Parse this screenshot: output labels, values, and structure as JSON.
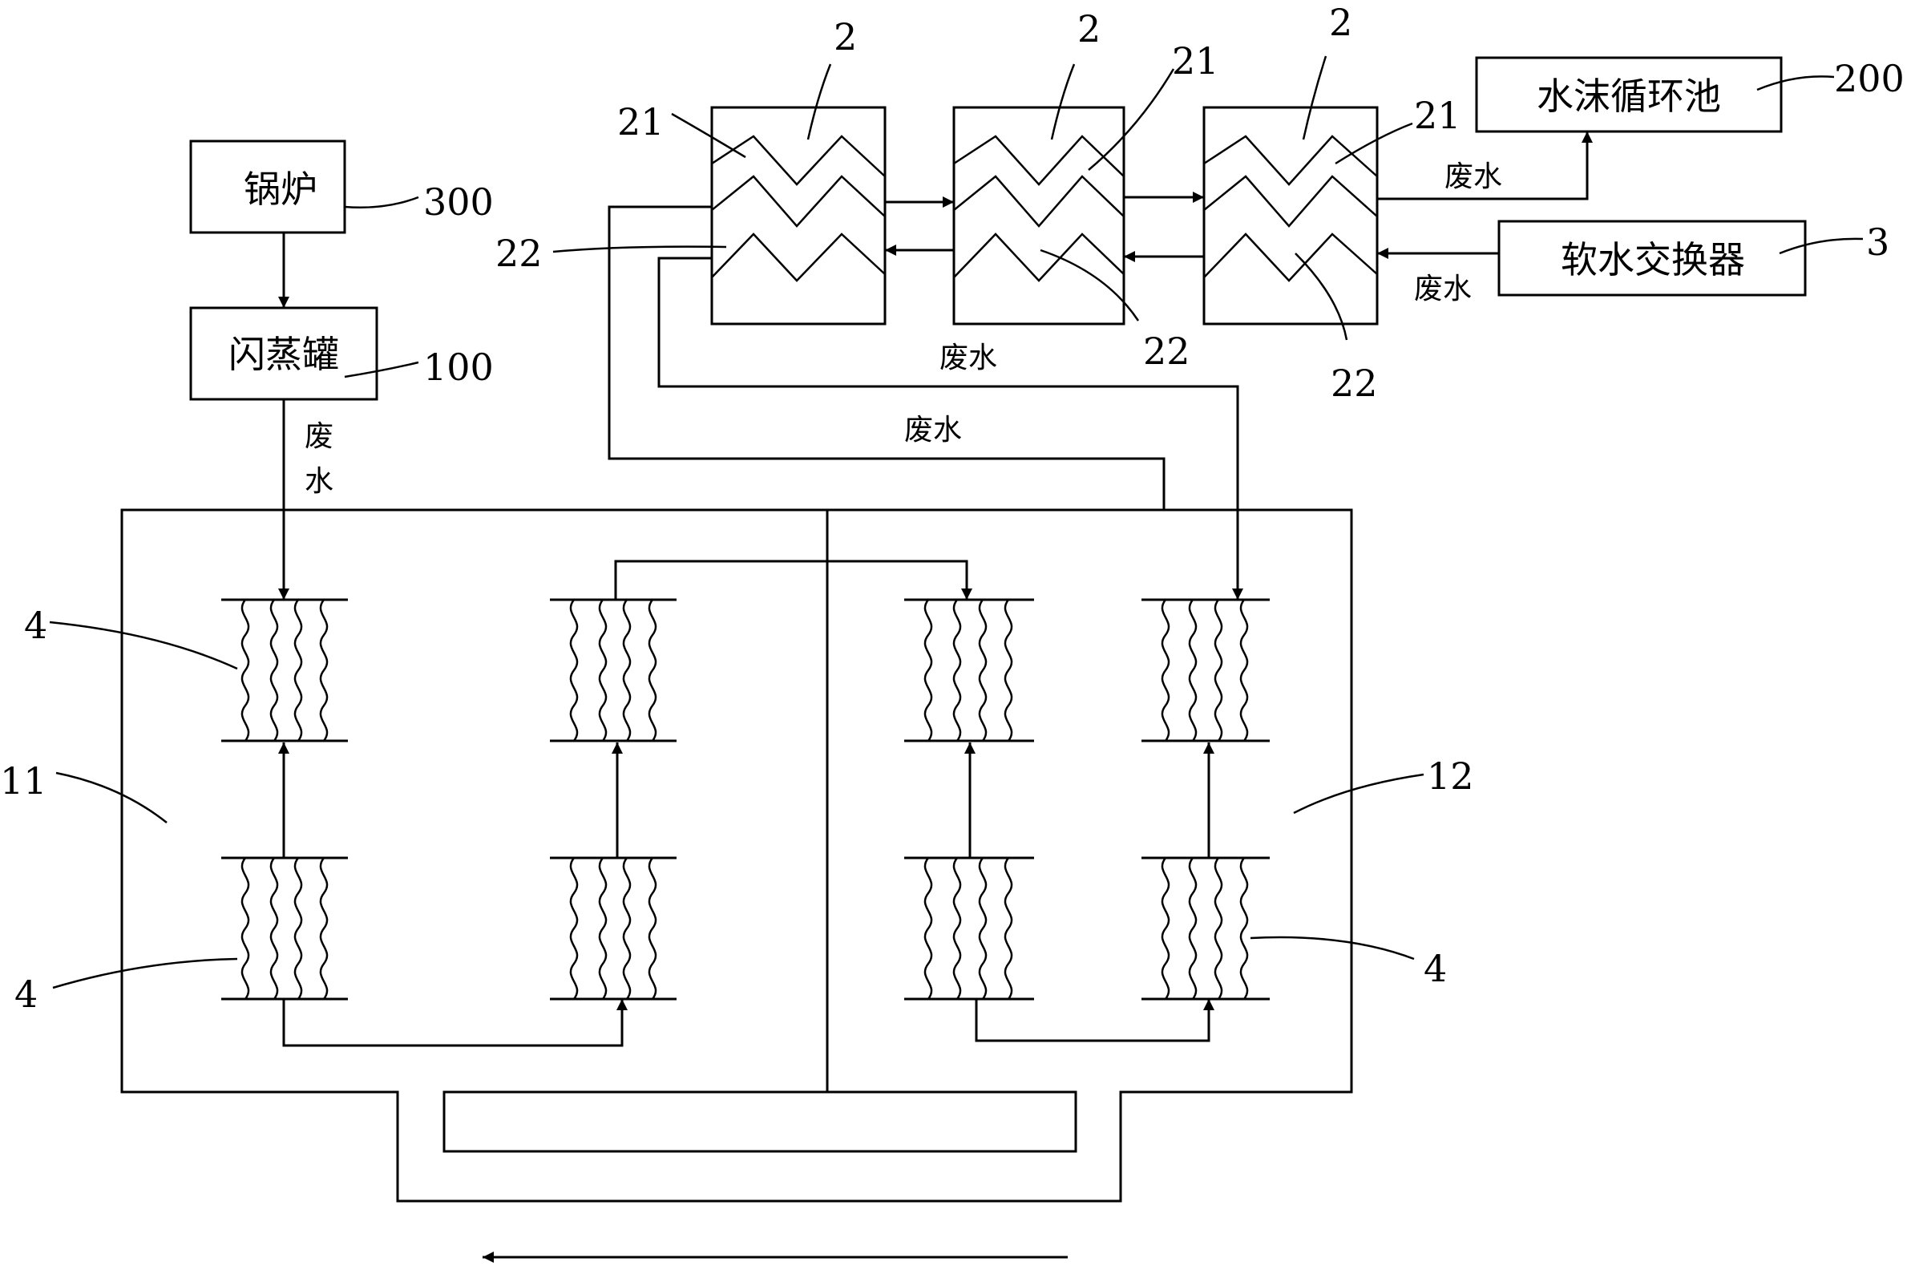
{
  "boxes": {
    "boiler": "锅炉",
    "flash_tank": "闪蒸罐",
    "foam_pool": "水沫循环池",
    "softener": "软水交换器"
  },
  "flow_labels": {
    "waste_water": "废水",
    "waste_vert_1": "废",
    "waste_vert_2": "水"
  },
  "ref_numbers": {
    "boiler": "300",
    "flash_tank": "100",
    "foam_pool": "200",
    "softener": "3",
    "exchanger": "2",
    "upper_coil": "21",
    "lower_coil": "22",
    "heating_unit": "4",
    "left_chamber": "11",
    "right_chamber": "12"
  }
}
